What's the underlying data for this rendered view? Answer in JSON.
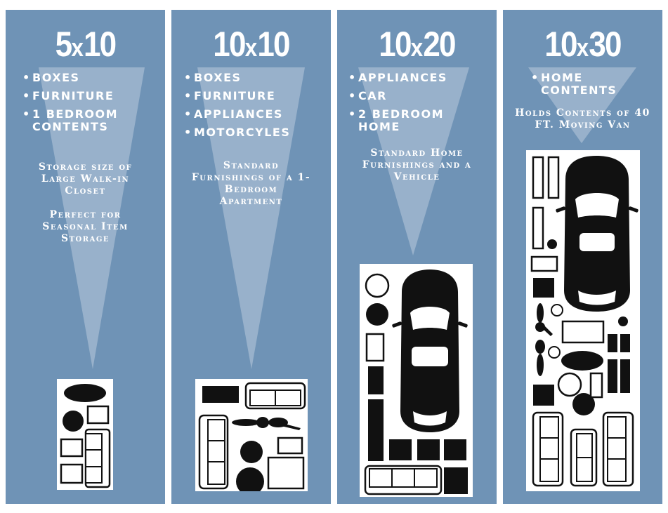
{
  "units": [
    {
      "size_main": "5",
      "size_sep": "x",
      "size_second": "10",
      "items": [
        "BOXES",
        "FURNITURE",
        "1 BEDROOM CONTENTS"
      ],
      "descriptions": [
        "Storage size of Large Walk-in Closet",
        "Perfect for Seasonal Item Storage"
      ]
    },
    {
      "size_main": "10",
      "size_sep": "x",
      "size_second": "10",
      "items": [
        "BOXES",
        "FURNITURE",
        "APPLIANCES",
        "MOTORCYLES"
      ],
      "descriptions": [
        "Standard Furnishings of a 1-Bedroom Apartment"
      ]
    },
    {
      "size_main": "10",
      "size_sep": "x",
      "size_second": "20",
      "items": [
        "APPLIANCES",
        "CAR",
        "2 BEDROOM HOME"
      ],
      "descriptions": [
        "Standard Home Furnishings and a Vehicle"
      ]
    },
    {
      "size_main": "10",
      "size_sep": "x",
      "size_second": "30",
      "items": [
        "HOME CONTENTS"
      ],
      "descriptions": [
        "Holds Contents of 40 FT. Moving Van"
      ]
    }
  ],
  "colors": {
    "panel": "#6f93b6",
    "beam": "#b9cbdd",
    "furniture": "#111111",
    "page": "#ffffff"
  }
}
